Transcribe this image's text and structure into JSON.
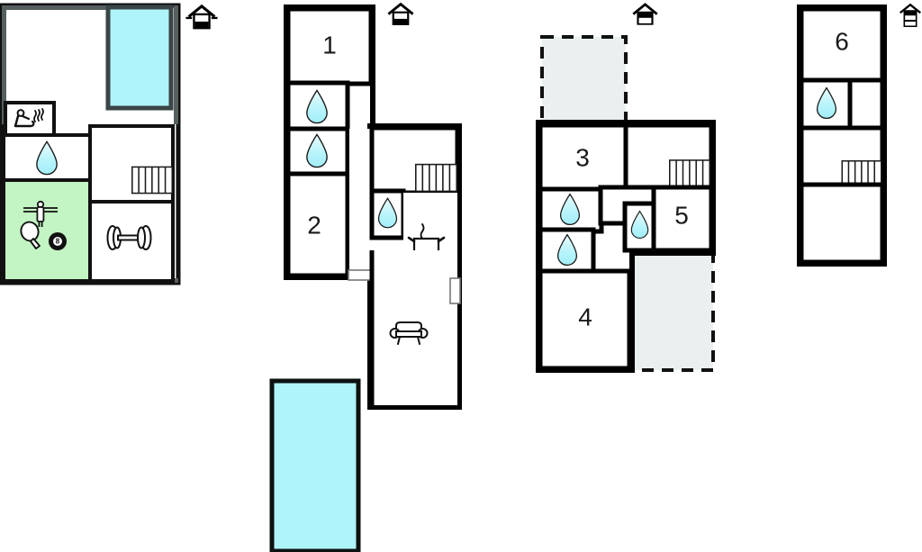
{
  "diagram": {
    "title": "Holiday home floor plans",
    "type": "floor-plan-set",
    "colors": {
      "wall": "#000000",
      "wall_light": "#555f60",
      "pool_fill": "#aff4fb",
      "terrace_fill": "#e9f0ef",
      "game_room_fill": "#c3f4c3",
      "water_drop_fill": "#aff4fb",
      "room_fill": "#ffffff",
      "text": "#1a1a1a"
    },
    "floors": [
      {
        "id": "floor-1",
        "level_icon": "house-basement-icon",
        "level_icon_label": "Basement level",
        "rooms": [
          {
            "name": "pool-room",
            "label": ""
          },
          {
            "name": "indoor-pool",
            "label": ""
          },
          {
            "name": "sauna-room",
            "label": ""
          },
          {
            "name": "bathroom",
            "label": ""
          },
          {
            "name": "games-room",
            "label": ""
          },
          {
            "name": "fitness-room",
            "label": ""
          },
          {
            "name": "stairs-hall",
            "label": ""
          }
        ],
        "icons": [
          "sauna-icon",
          "water-drop-icon",
          "foosball-icon",
          "pingpong-paddle-icon",
          "billiard-8ball-icon",
          "dumbbell-icon",
          "staircase-icon"
        ]
      },
      {
        "id": "floor-2",
        "level_icon": "house-ground-icon",
        "level_icon_label": "Ground level",
        "rooms": [
          {
            "name": "bedroom-1",
            "label": "1"
          },
          {
            "name": "bedroom-2",
            "label": "2"
          },
          {
            "name": "bathroom-a",
            "label": ""
          },
          {
            "name": "bathroom-b",
            "label": ""
          },
          {
            "name": "bathroom-c",
            "label": ""
          },
          {
            "name": "kitchen",
            "label": ""
          },
          {
            "name": "living-room",
            "label": ""
          },
          {
            "name": "hallway",
            "label": ""
          },
          {
            "name": "outdoor-pool",
            "label": ""
          }
        ],
        "icons": [
          "water-drop-icon",
          "staircase-icon",
          "cooking-pot-icon",
          "sofa-icon",
          "door-icon",
          "window-icon"
        ]
      },
      {
        "id": "floor-3",
        "level_icon": "house-upper-icon",
        "level_icon_label": "Upper level",
        "rooms": [
          {
            "name": "bedroom-3",
            "label": "3"
          },
          {
            "name": "bedroom-4",
            "label": "4"
          },
          {
            "name": "bedroom-5",
            "label": "5"
          },
          {
            "name": "bathroom-a",
            "label": ""
          },
          {
            "name": "bathroom-b",
            "label": ""
          },
          {
            "name": "bathroom-c",
            "label": ""
          },
          {
            "name": "landing",
            "label": ""
          },
          {
            "name": "terrace-top",
            "label": ""
          },
          {
            "name": "terrace-bottom",
            "label": ""
          }
        ],
        "icons": [
          "water-drop-icon",
          "staircase-icon"
        ]
      },
      {
        "id": "floor-4",
        "level_icon": "house-attic-icon",
        "level_icon_label": "Attic level",
        "rooms": [
          {
            "name": "bedroom-6",
            "label": "6"
          },
          {
            "name": "bathroom",
            "label": ""
          },
          {
            "name": "closet",
            "label": ""
          },
          {
            "name": "landing",
            "label": ""
          },
          {
            "name": "room-lower",
            "label": ""
          }
        ],
        "icons": [
          "water-drop-icon",
          "staircase-icon"
        ]
      }
    ],
    "room_numbers": {
      "n1": "1",
      "n2": "2",
      "n3": "3",
      "n4": "4",
      "n5": "5",
      "n6": "6"
    }
  }
}
